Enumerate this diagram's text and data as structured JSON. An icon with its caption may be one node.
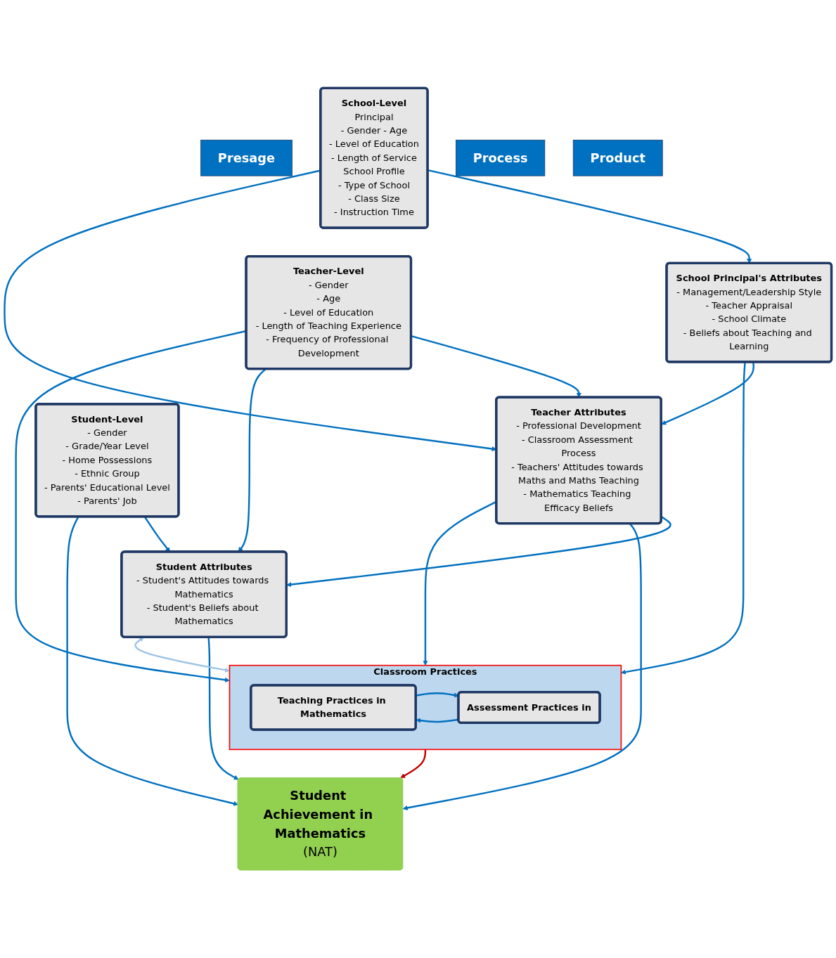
{
  "diagram": {
    "nodes": [
      {
        "text": [
          "Presage"
        ]
      },
      {
        "text": [
          "School-Level",
          "Principal",
          "- Gender - Age",
          "- Level of Education",
          "- Length of Service",
          "School Profile",
          "- Type of School",
          "- Class Size",
          "- Instruction Time"
        ]
      },
      {
        "text": [
          "School Principal's Attributes",
          "- Management/Leadership Style",
          "- Teacher Appraisal",
          "- School Climate",
          "- Beliefs about Teaching and Learning"
        ]
      },
      {
        "text": [
          "Process"
        ]
      },
      {
        "text": [
          "Classroom Practices"
        ]
      },
      {
        "text": [
          "Teaching Practices in Mathematics"
        ],
        "in": 4
      },
      {
        "text": [
          "Assessment Practices in"
        ],
        "in": 4
      },
      {
        "text": [
          "Teacher-Level",
          "- Gender",
          "- Age",
          "- Level of Education",
          "- Length of Teaching Experience",
          "- Frequency of Professional Development"
        ]
      },
      {
        "text": [
          "Teacher Attributes",
          "- Professional Development",
          "- Classroom Assessment Process",
          "- Teachers' Attitudes towards Maths and Maths Teaching",
          "- Mathematics Teaching Efficacy Beliefs"
        ]
      },
      {
        "text": [
          "Student-Level",
          "- Gender",
          "- Grade/Year Level",
          "- Home Possessions",
          "- Ethnic Group",
          "- Parents' Educational Level",
          "- Parents' Job"
        ]
      },
      {
        "text": [
          "Student Attributes",
          "- Student's Attitudes towards Mathematics",
          "- Student's Beliefs about Mathematics"
        ]
      },
      {
        "text": [
          "Student Achievement in Mathematics",
          "(NAT)"
        ]
      },
      {
        "text": [
          "Product"
        ]
      }
    ],
    "edges": [
      {
        "from": 1,
        "to": 2,
        "arrow": "to"
      },
      {
        "from": 2,
        "to": 4,
        "arrow": "to"
      },
      {
        "from": 1,
        "to": 8,
        "arrow": "to"
      },
      {
        "from": 2,
        "to": 8,
        "arrow": "to"
      },
      {
        "from": 7,
        "to": 8,
        "arrow": "to"
      },
      {
        "from": 8,
        "to": 4,
        "arrow": "to"
      },
      {
        "from": 5,
        "to": 6,
        "arrow": "to"
      },
      {
        "from": 6,
        "to": 5,
        "arrow": "to"
      },
      {
        "from": 7,
        "to": 4,
        "arrow": "to"
      },
      {
        "from": 7,
        "to": 10,
        "arrow": "to"
      },
      {
        "from": 8,
        "to": 10,
        "arrow": "to"
      },
      {
        "from": 8,
        "to": 11,
        "arrow": "to"
      },
      {
        "from": 10,
        "to": 4,
        "arrow": "both",
        "color": "#9dc3e6"
      },
      {
        "from": 4,
        "to": 11,
        "arrow": "to",
        "color": "#c00000"
      },
      {
        "from": 9,
        "to": 10,
        "arrow": "to"
      },
      {
        "from": 10,
        "to": 11,
        "arrow": "to"
      },
      {
        "from": 9,
        "to": 11,
        "arrow": "to"
      }
    ]
  }
}
